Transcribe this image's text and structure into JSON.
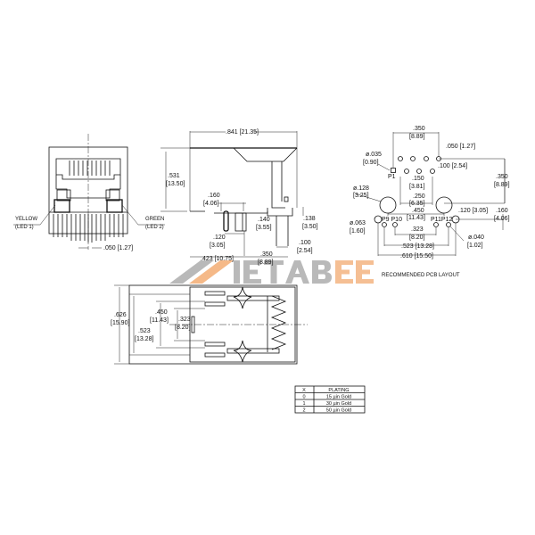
{
  "watermark": {
    "text": "IETABEE",
    "colors": {
      "grey": "#9a9a9a",
      "orange": "#f3a86b"
    }
  },
  "front_view": {
    "led_left": {
      "line1": "YELLOW",
      "line2": "(LED 1)"
    },
    "led_right": {
      "line1": "GREEN",
      "line2": "(LED 2)"
    },
    "pitch": ".050 [1.27]"
  },
  "side_view": {
    "length": ".841 [21.35]",
    "height": {
      "in": ".531",
      "mm": "[13.50]"
    },
    "d160": {
      "in": ".160",
      "mm": "[4.06]"
    },
    "d140": {
      "in": ".140",
      "mm": "[3.55]"
    },
    "d138": {
      "in": ".138",
      "mm": "[3.50]"
    },
    "d120": {
      "in": ".120",
      "mm": "[3.05]"
    },
    "d100": {
      "in": ".100",
      "mm": "[2.54]"
    },
    "d423": ".423 [10.75]",
    "d350": {
      "in": ".350",
      "mm": "[8.89]"
    }
  },
  "pcb_layout": {
    "title": "RECOMMENDED PCB LAYOUT",
    "d350_top": {
      "in": ".350",
      "mm": "[8.89]"
    },
    "d050": ".050 [1.27]",
    "hole035": {
      "in": "ø.035",
      "mm": "[0.90]"
    },
    "d100": ".100 [2.54]",
    "p1": "P1",
    "d150": {
      "in": ".150",
      "mm": "[3.81]"
    },
    "d350_right": {
      "in": ".350",
      "mm": "[8.89]"
    },
    "hole128": {
      "in": "ø.128",
      "mm": "[3.25]"
    },
    "d250": {
      "in": ".250",
      "mm": "[6.35]"
    },
    "d450": {
      "in": ".450",
      "mm": "[11.43]"
    },
    "p9p10": "P9 P10",
    "p11p12": "P11P12",
    "d120": ".120 [3.05]",
    "d160": {
      "in": ".160",
      "mm": "[4.06]"
    },
    "hole063": {
      "in": "ø.063",
      "mm": "[1.60]"
    },
    "d323": {
      "in": ".323",
      "mm": "[8.20]"
    },
    "hole040": {
      "in": "ø.040",
      "mm": "[1.02]"
    },
    "d523": ".523 [13.28]",
    "d610": ".610 [15.50]"
  },
  "bottom_view": {
    "d626": {
      "in": ".626",
      "mm": "[15.90]"
    },
    "d450": {
      "in": ".450",
      "mm": "[11.43]"
    },
    "d323": {
      "in": ".323",
      "mm": "[8.20]"
    },
    "d523": {
      "in": ".523",
      "mm": "[13.28]"
    }
  },
  "plating_table": {
    "headers": [
      "X",
      "PLATING"
    ],
    "rows": [
      [
        "0",
        "15 µin Gold"
      ],
      [
        "1",
        "30 µin Gold"
      ],
      [
        "2",
        "50 µin Gold"
      ]
    ]
  }
}
